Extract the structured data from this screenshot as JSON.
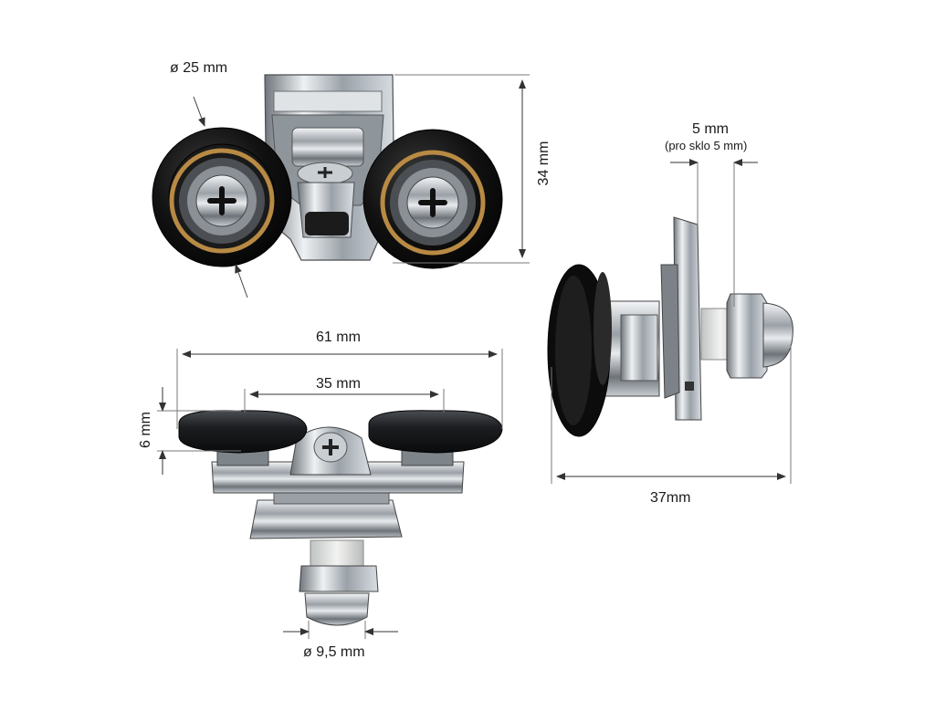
{
  "dimensions": {
    "wheel_diameter": "ø 25 mm",
    "total_height": "34 mm",
    "glass_thickness": "5 mm",
    "glass_note": "(pro sklo 5 mm)",
    "total_width": "61 mm",
    "wheel_spacing": "35 mm",
    "wheel_thickness": "6 mm",
    "bolt_diameter": "ø 9,5 mm",
    "total_depth": "37mm"
  },
  "colors": {
    "wheel": "#151515",
    "bearing_ring": "#b88a44",
    "chrome": "#b9bec4",
    "dimension_line": "#7a7a7a"
  }
}
